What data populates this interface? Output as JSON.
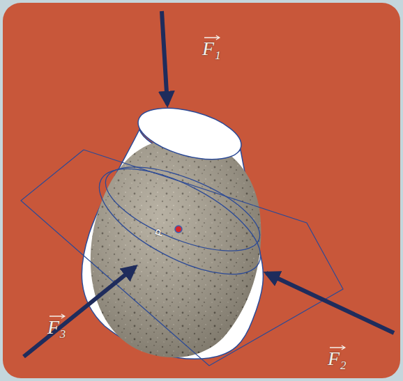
{
  "diagram": {
    "labels": [
      "F₁",
      "P",
      "F₃",
      "F₂"
    ]
  }
}
